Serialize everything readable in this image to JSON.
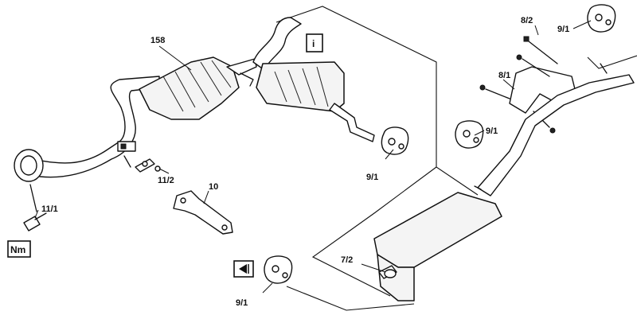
{
  "labels": {
    "p158": "158",
    "p8_2": "8/2",
    "p9_1_top": "9/1",
    "p8_1": "8/1",
    "p9_1_mid": "9/1",
    "p9_1_center": "9/1",
    "p11_2": "11/2",
    "p10": "10",
    "p11_1": "11/1",
    "p7_2": "7/2",
    "p9_1_bottom": "9/1"
  },
  "symbols": {
    "info_box": "i",
    "nm_box": "Nm"
  }
}
